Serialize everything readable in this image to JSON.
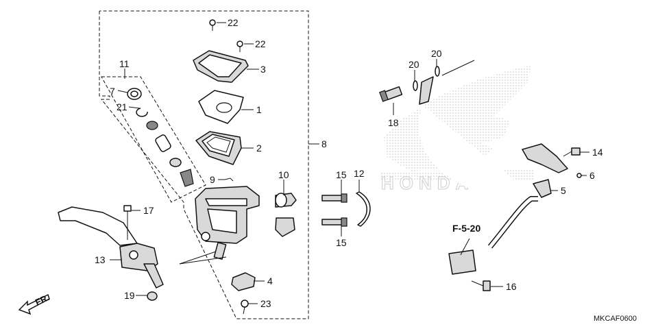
{
  "parts": {
    "p1": "1",
    "p2": "2",
    "p3": "3",
    "p4": "4",
    "p5": "5",
    "p6": "6",
    "p7": "7",
    "p8": "8",
    "p9": "9",
    "p10": "10",
    "p11": "11",
    "p12": "12",
    "p13": "13",
    "p14": "14",
    "p15a": "15",
    "p15b": "15",
    "p16": "16",
    "p17": "17",
    "p18": "18",
    "p19": "19",
    "p20a": "20",
    "p20b": "20",
    "p21": "21",
    "p22a": "22",
    "p22b": "22",
    "p23": "23"
  },
  "reference": "F-5-20",
  "direction": "FR.",
  "diagram_code": "MKCAF0600",
  "watermark": "HONDA"
}
